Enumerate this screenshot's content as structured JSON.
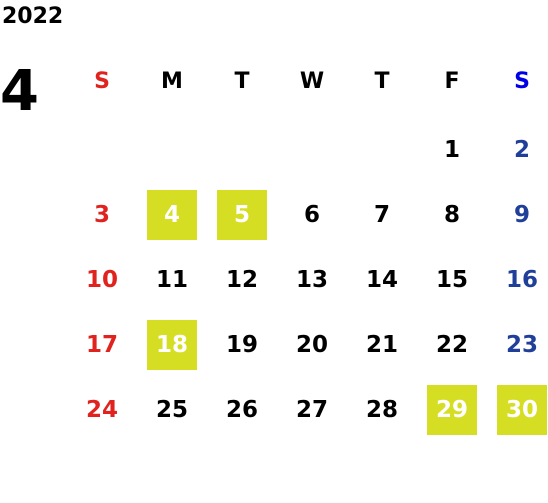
{
  "year": "2022",
  "month": "4",
  "weekdays": [
    "S",
    "M",
    "T",
    "W",
    "T",
    "F",
    "S"
  ],
  "weeks": [
    [
      "",
      "",
      "",
      "",
      "",
      "1",
      "2"
    ],
    [
      "3",
      "4",
      "5",
      "6",
      "7",
      "8",
      "9"
    ],
    [
      "10",
      "11",
      "12",
      "13",
      "14",
      "15",
      "16"
    ],
    [
      "17",
      "18",
      "19",
      "20",
      "21",
      "22",
      "23"
    ],
    [
      "24",
      "25",
      "26",
      "27",
      "28",
      "29",
      "30"
    ]
  ],
  "highlighted_days": [
    "4",
    "5",
    "18",
    "29",
    "30"
  ],
  "colors": {
    "sunday": "#e0231e",
    "saturday_header": "#0000e6",
    "saturday": "#1f3f99",
    "weekday": "#000000",
    "highlight_bg": "#d6de23",
    "highlight_text": "#ffffff"
  }
}
